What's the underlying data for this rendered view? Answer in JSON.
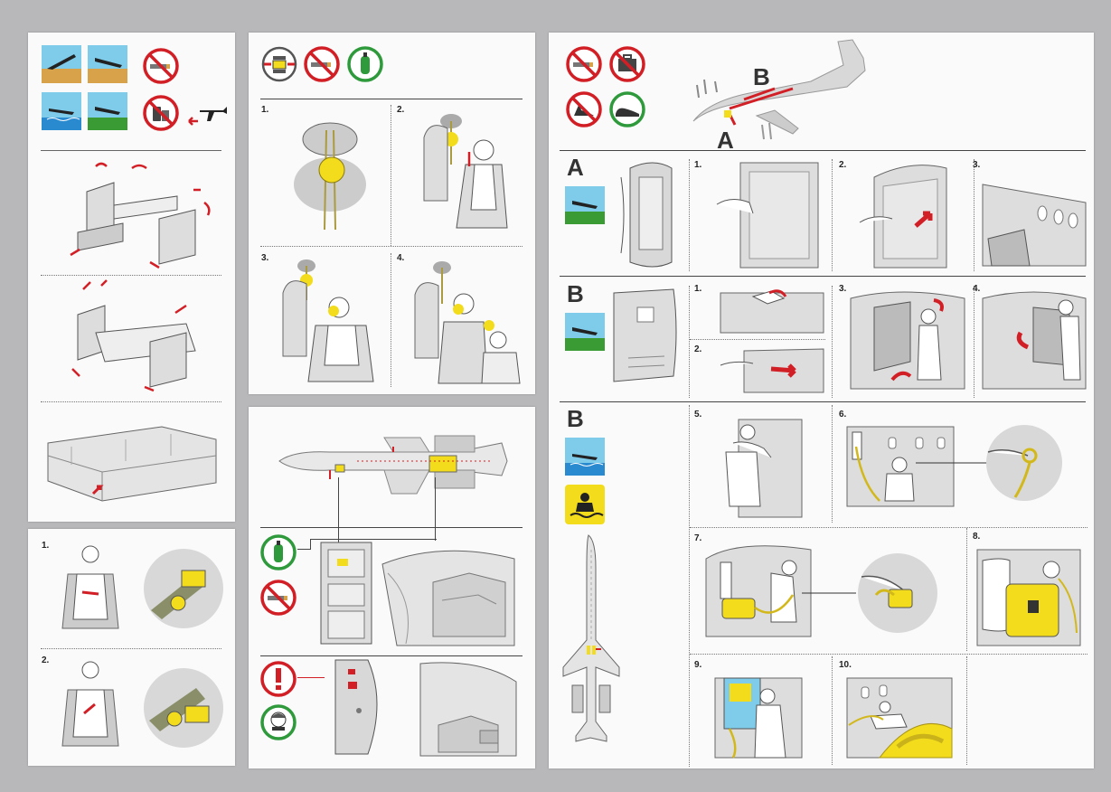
{
  "colors": {
    "prohibit": "#d21f26",
    "allow": "#2e9a3c",
    "accent_yellow": "#f2dc1b",
    "sky": "#7ecbea",
    "water": "#3aa0d8",
    "grass": "#3a9a34",
    "sand": "#d8a24a"
  },
  "icons": {
    "left_top": [
      "airplane-takeoff-icon",
      "airplane-landing-icon",
      "ditching-icon",
      "field-landing-icon",
      "no-smoking-icon",
      "no-electronics-icon",
      "airplane-direction-icon"
    ],
    "middle_top": [
      "oxygen-mask-warning-icon",
      "no-smoking-icon",
      "oxygen-bottle-icon"
    ],
    "right_top": [
      "no-smoking-icon",
      "no-luggage-icon",
      "no-high-heels-icon",
      "flat-shoes-icon"
    ]
  },
  "overview": {
    "label_a": "A",
    "label_b": "B"
  },
  "oxygen_steps": [
    "1.",
    "2.",
    "3.",
    "4."
  ],
  "seatbelt_steps": [
    "1.",
    "2."
  ],
  "exit_a": {
    "label": "A",
    "steps": [
      "1.",
      "2.",
      "3."
    ]
  },
  "exit_b_land": {
    "label": "B",
    "steps": [
      "1.",
      "2.",
      "3.",
      "4."
    ]
  },
  "exit_b_water": {
    "label": "B",
    "steps": [
      "5.",
      "6.",
      "7.",
      "8.",
      "9.",
      "10."
    ]
  },
  "lav_icons": [
    "oxygen-bottle-icon",
    "no-smoking-icon",
    "warning-icon",
    "smoke-hood-icon"
  ]
}
